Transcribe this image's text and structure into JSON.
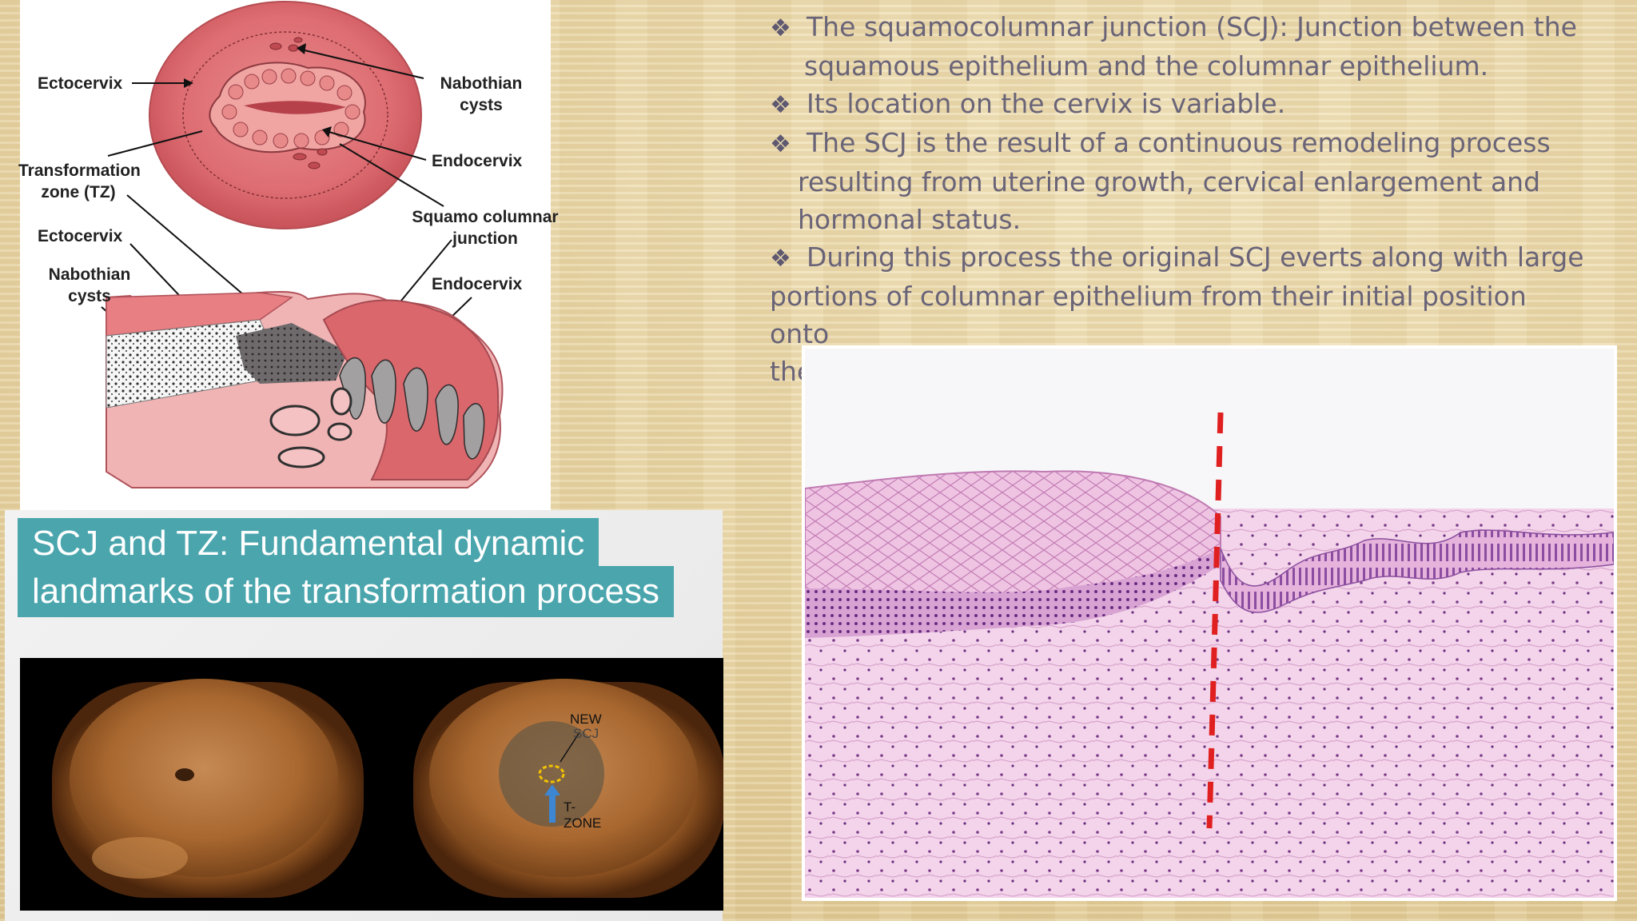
{
  "bullets": [
    {
      "symbol": "❖",
      "text": "The squamocolumnar junction (SCJ): Junction between the"
    },
    {
      "symbol": "",
      "text": "squamous epithelium and the columnar epithelium."
    },
    {
      "symbol": "❖",
      "text": "Its location on the cervix is variable."
    },
    {
      "symbol": "❖",
      "text": "The SCJ is the result of a continuous remodeling process"
    },
    {
      "symbol": "",
      "text": "resulting from uterine growth, cervical enlargement and"
    },
    {
      "symbol": "",
      "text": "hormonal status."
    },
    {
      "symbol": "❖",
      "text": "During this process the original SCJ everts along with large"
    },
    {
      "symbol": "",
      "text": "portions of columnar epithelium from their initial position onto"
    },
    {
      "symbol": "",
      "text": "the ectocervix."
    }
  ],
  "diagram": {
    "labels": {
      "ectocervix_top": "Ectocervix",
      "nabothian_cysts_top_1": "Nabothian",
      "nabothian_cysts_top_2": "cysts",
      "endocervix_top": "Endocervix",
      "transformation_zone_1": "Transformation",
      "transformation_zone_2": "zone (TZ)",
      "squamo_columnar_1": "Squamo columnar",
      "squamo_columnar_2": "junction",
      "ectocervix_bottom": "Ectocervix",
      "nabothian_cysts_bottom_1": "Nabothian",
      "nabothian_cysts_bottom_2": "cysts",
      "endocervix_bottom": "Endocervix"
    }
  },
  "slide": {
    "title_line_1": "SCJ and TZ: Fundamental dynamic",
    "title_line_2": "landmarks of the transformation process",
    "photo_labels": {
      "new_scj_1": "NEW",
      "new_scj_2": "SCJ",
      "t_zone_1": "T-",
      "t_zone_2": "ZONE"
    }
  },
  "colors": {
    "bullet_text": "#6a6478",
    "slide_banner": "#4aa5ad",
    "scj_marker": "#e02020",
    "cervix_pink": "#de6f74"
  }
}
